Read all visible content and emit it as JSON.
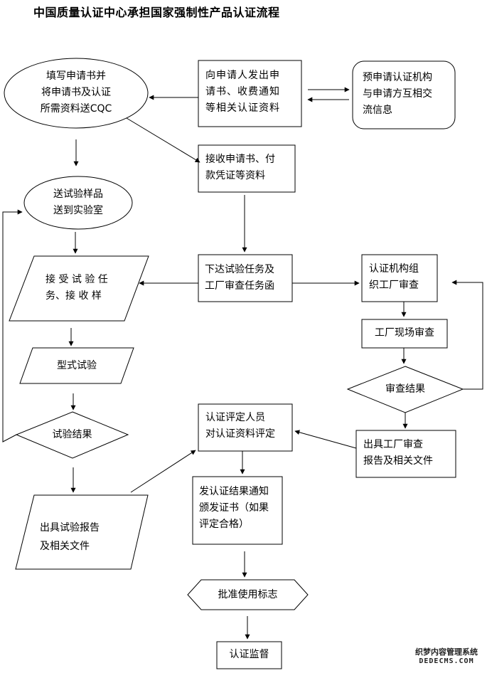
{
  "title": "中国质量认证中心承担国家强制性产品认证流程",
  "nodes": {
    "apply": [
      "填写申请书并",
      "将申请书及认证",
      "所需资料送CQC"
    ],
    "issue_forms": [
      "向申请人发出申",
      "请书、收费通知",
      "等相关认证资料"
    ],
    "pre_apply": [
      "预申请认证机构",
      "与申请方互相交",
      "流信息"
    ],
    "receive": [
      "接收申请书、付",
      "款凭证等资料"
    ],
    "send_sample": [
      "送试验样品",
      "送到实验室"
    ],
    "accept_task": [
      "接 受 试 验 任",
      "务、接 收 样"
    ],
    "assign": [
      "下达试验任务及",
      "工厂审查任务函"
    ],
    "org_inspect": [
      "认证机构组",
      "织工厂审查"
    ],
    "factory_audit": "工厂现场审查",
    "type_test": "型式试验",
    "audit_result": "审查结果",
    "test_result": "试验结果",
    "evaluate": [
      "认证评定人员",
      "对认证资料评定"
    ],
    "audit_report": [
      "出具工厂审查",
      "报告及相关文件"
    ],
    "test_report": [
      "出具试验报告",
      "及相关文件"
    ],
    "notify": [
      "发认证结果通知",
      "颁发证书（如果",
      "评定合格）"
    ],
    "approve_mark": "批准使用标志",
    "supervise": "认证监督"
  },
  "watermark": {
    "line1": "织梦内容管理系统",
    "line2": "DEDECMS.COM"
  },
  "colors": {
    "stroke": "#000000",
    "background": "#ffffff"
  }
}
